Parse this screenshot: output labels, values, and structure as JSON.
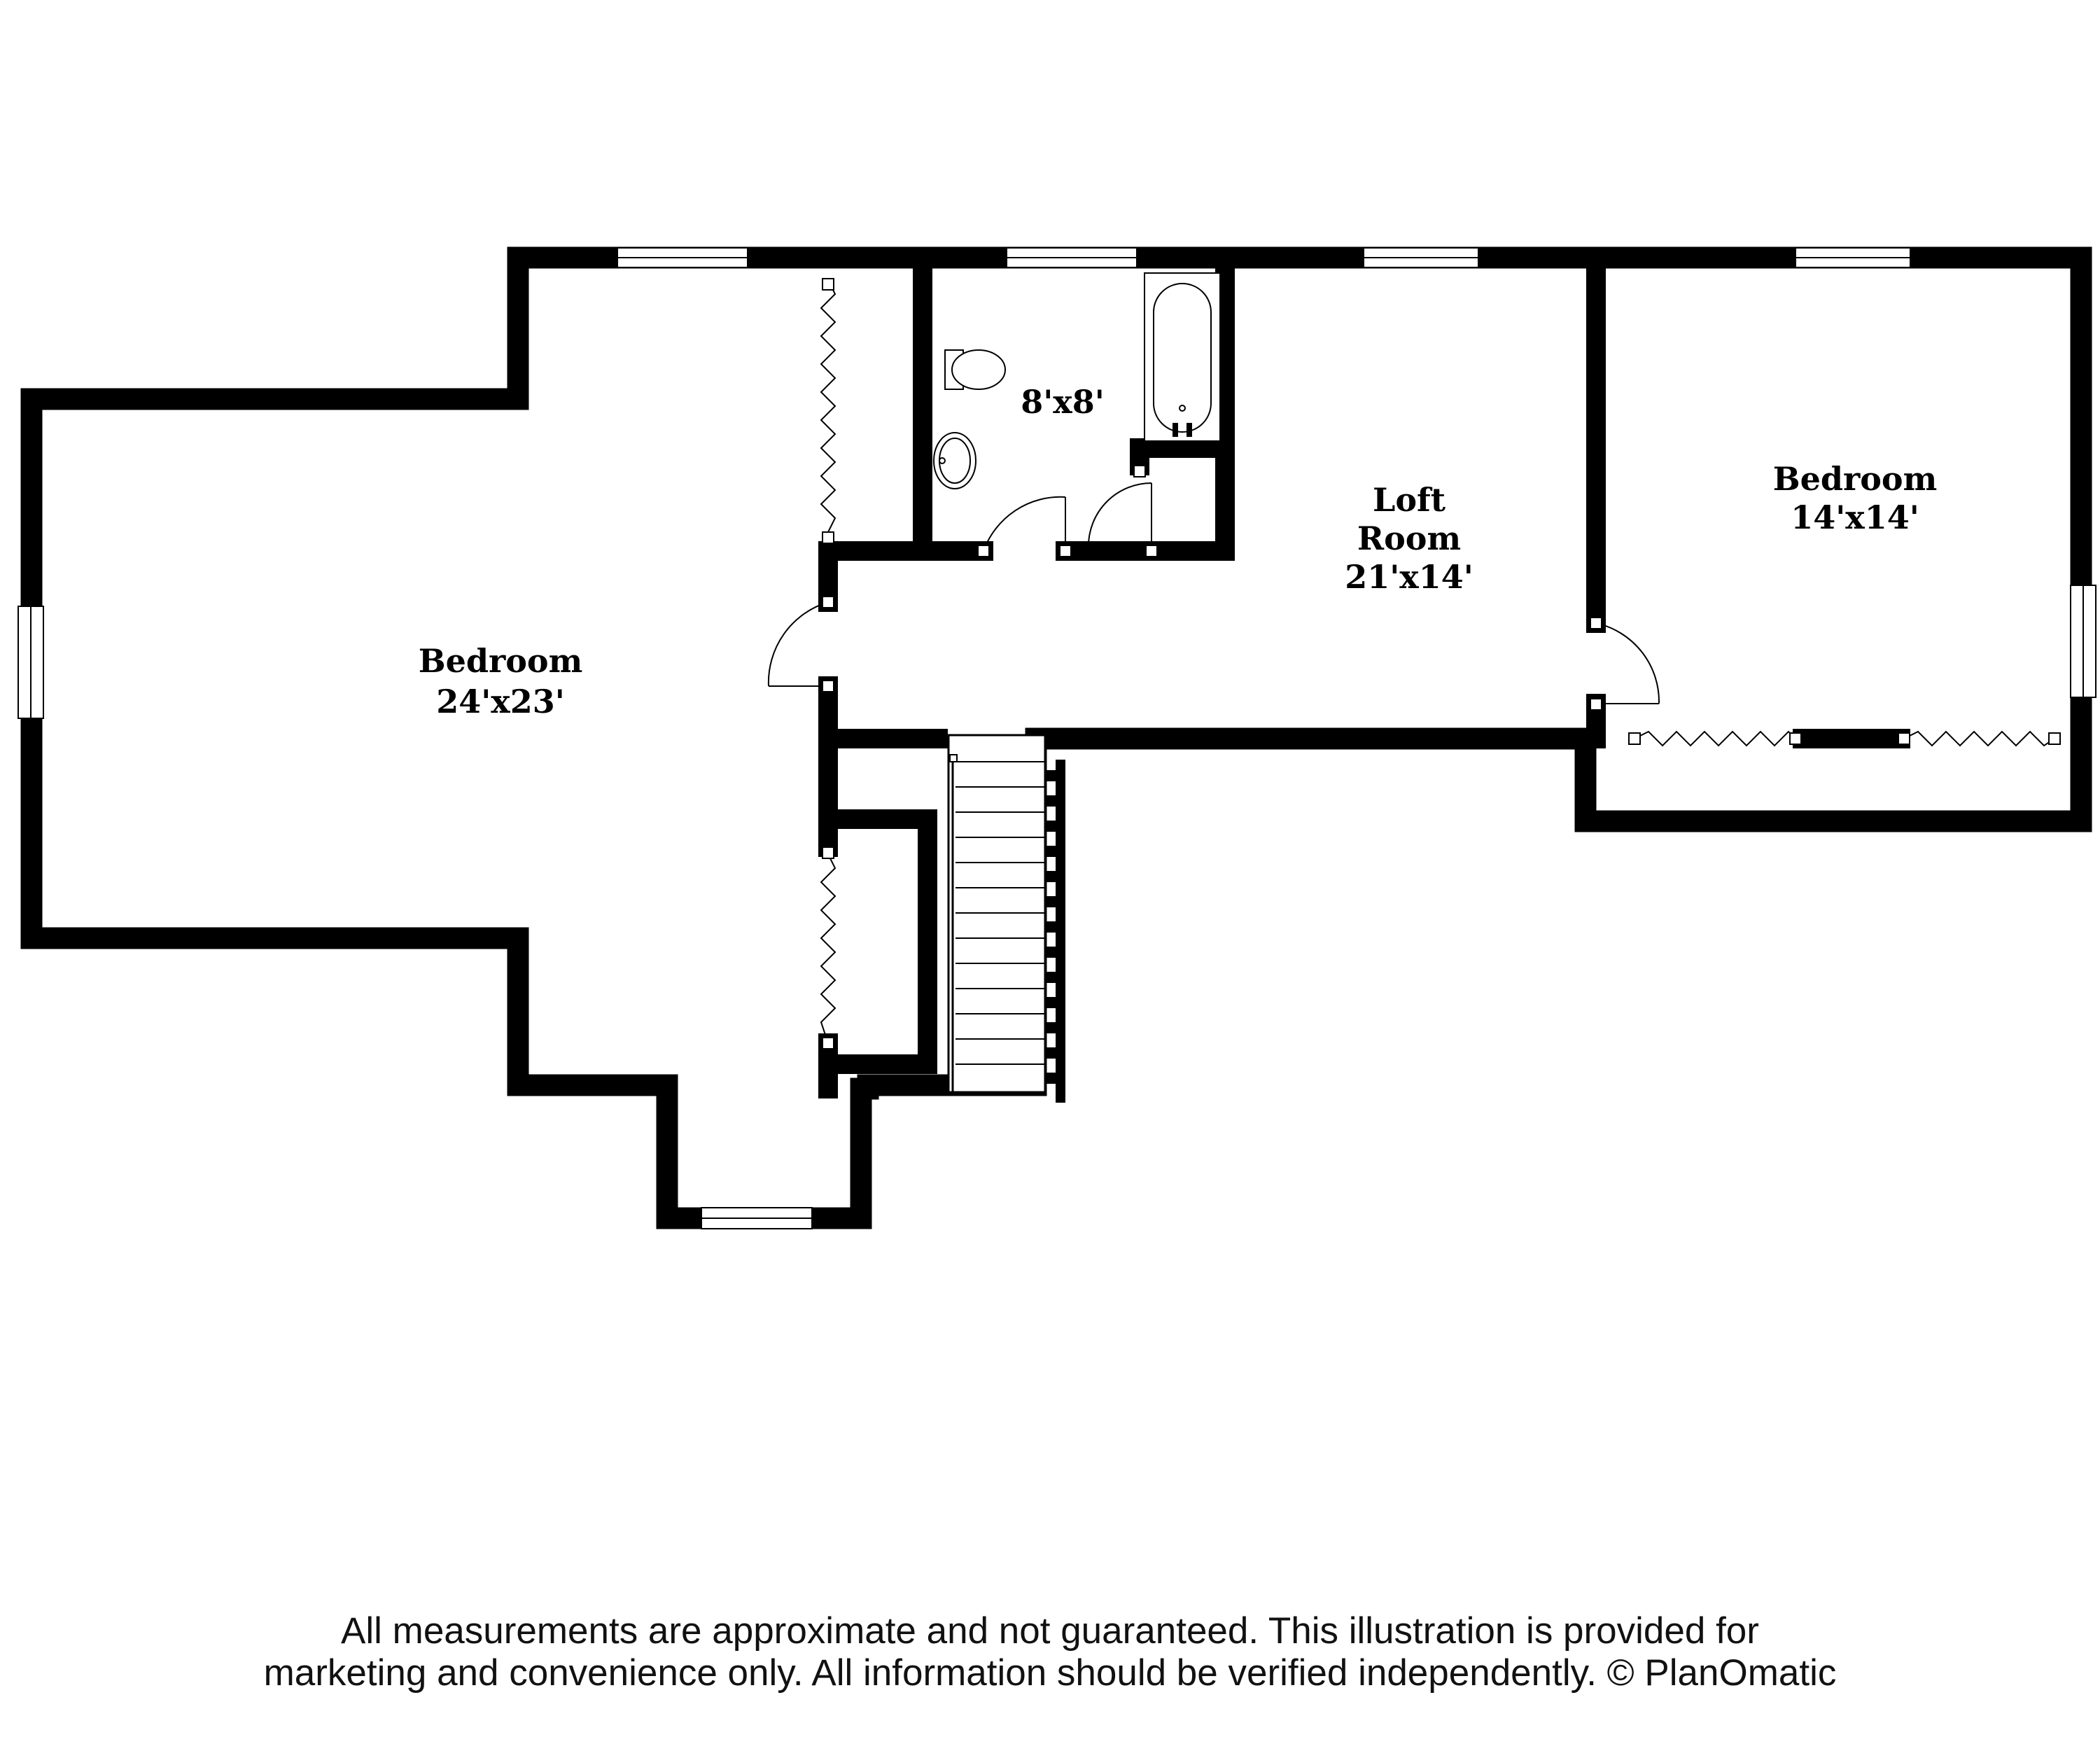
{
  "rooms": {
    "left_bedroom": {
      "name": "Bedroom",
      "size": "24'x23'"
    },
    "bath": {
      "size": "8'x8'"
    },
    "loft": {
      "name_line1": "Loft",
      "name_line2": "Room",
      "size": "21'x14'"
    },
    "right_bedroom": {
      "name": "Bedroom",
      "size": "14'x14'"
    }
  },
  "disclaimer": {
    "line1": "All measurements are approximate and not guaranteed. This illustration is provided for",
    "line2": "marketing and convenience only. All information should be verified independently. © PlanOmatic"
  }
}
